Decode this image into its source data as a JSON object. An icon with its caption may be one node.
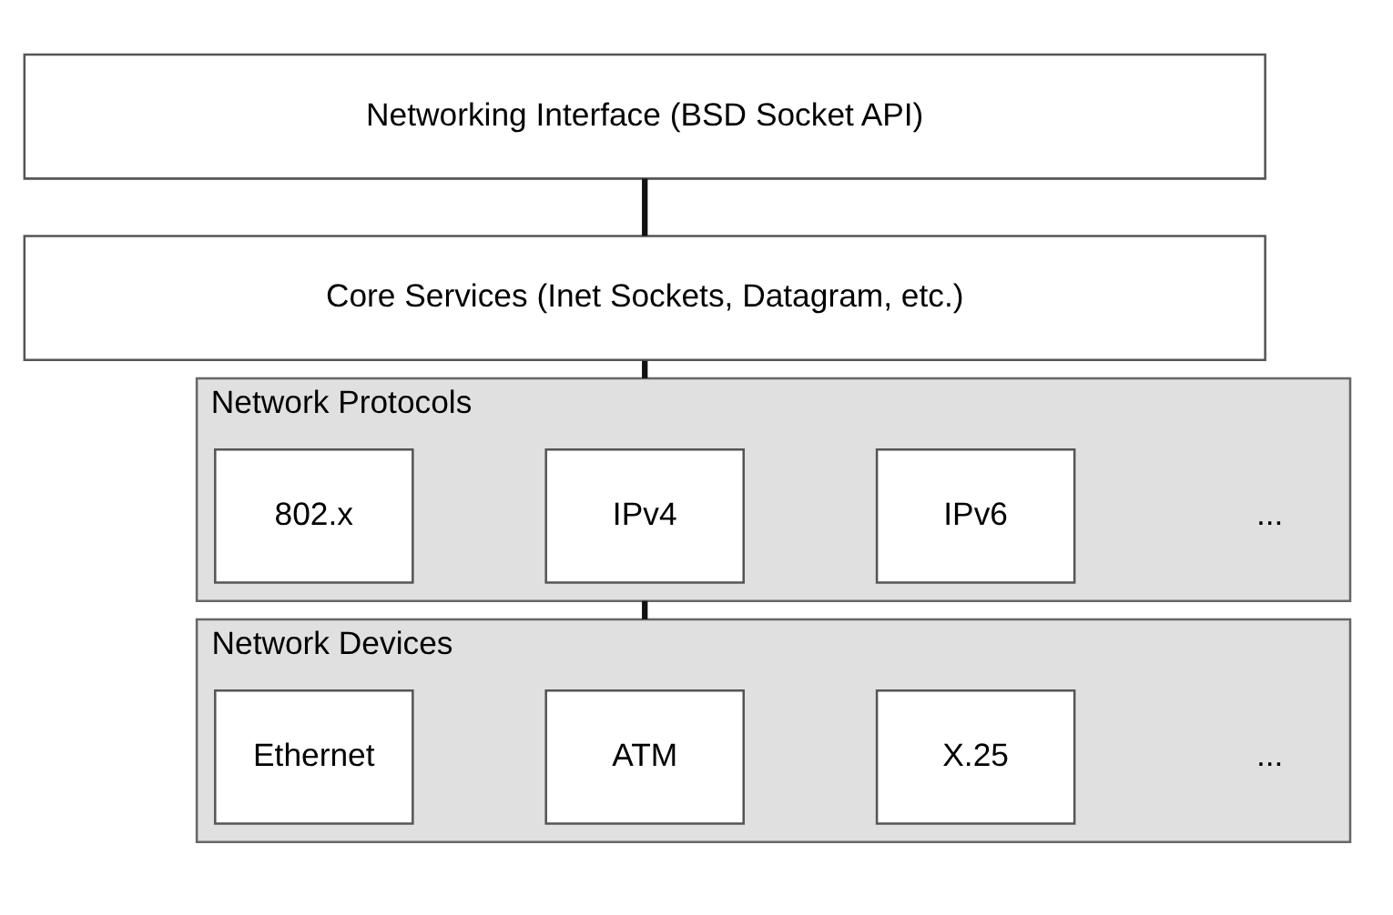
{
  "diagram": {
    "nodes": [
      {
        "text": [
          "Networking Interface (BSD Socket API)"
        ]
      },
      {
        "text": [
          "Core Services (Inet Sockets, Datagram, etc.)"
        ]
      },
      {
        "text": [
          "Network Protocols"
        ]
      },
      {
        "text": [
          "802.x"
        ],
        "in": 2
      },
      {
        "text": [
          "IPv4"
        ],
        "in": 2
      },
      {
        "text": [
          "IPv6"
        ],
        "in": 2
      },
      {
        "text": [
          "Network Devices"
        ]
      },
      {
        "text": [
          "Ethernet"
        ],
        "in": 6
      },
      {
        "text": [
          "ATM"
        ],
        "in": 6
      },
      {
        "text": [
          "X.25"
        ],
        "in": 6
      }
    ],
    "edges": [
      {
        "from": 0,
        "to": 1,
        "arrow": "none"
      },
      {
        "from": 1,
        "to": 2,
        "arrow": "none"
      },
      {
        "from": 2,
        "to": 6,
        "arrow": "none"
      }
    ],
    "labels": [
      "...",
      "..."
    ]
  }
}
